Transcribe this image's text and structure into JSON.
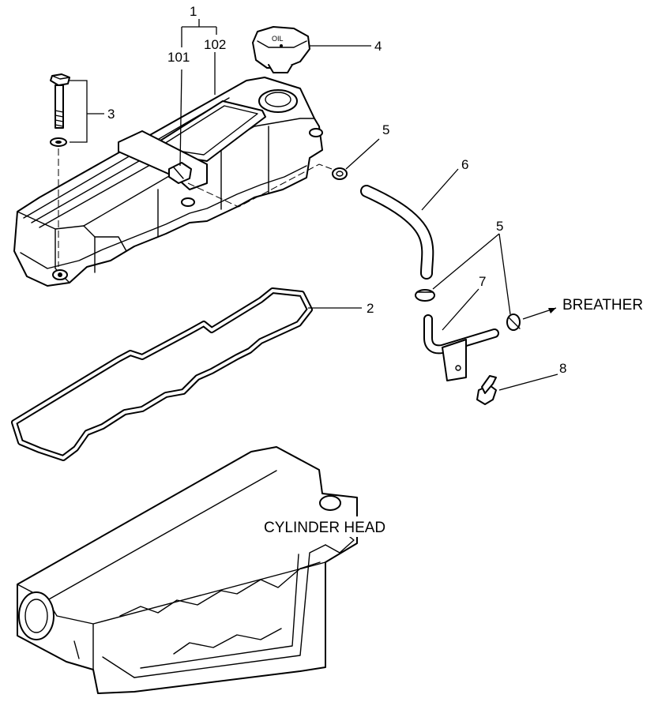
{
  "callouts": {
    "c1": "1",
    "c101": "101",
    "c102": "102",
    "c2": "2",
    "c3": "3",
    "c4": "4",
    "c5a": "5",
    "c5b": "5",
    "c6": "6",
    "c7": "7",
    "c8": "8"
  },
  "labels": {
    "breather": "BREATHER",
    "cylinder_head": "CYLINDER HEAD"
  },
  "cap_text": "OIL"
}
